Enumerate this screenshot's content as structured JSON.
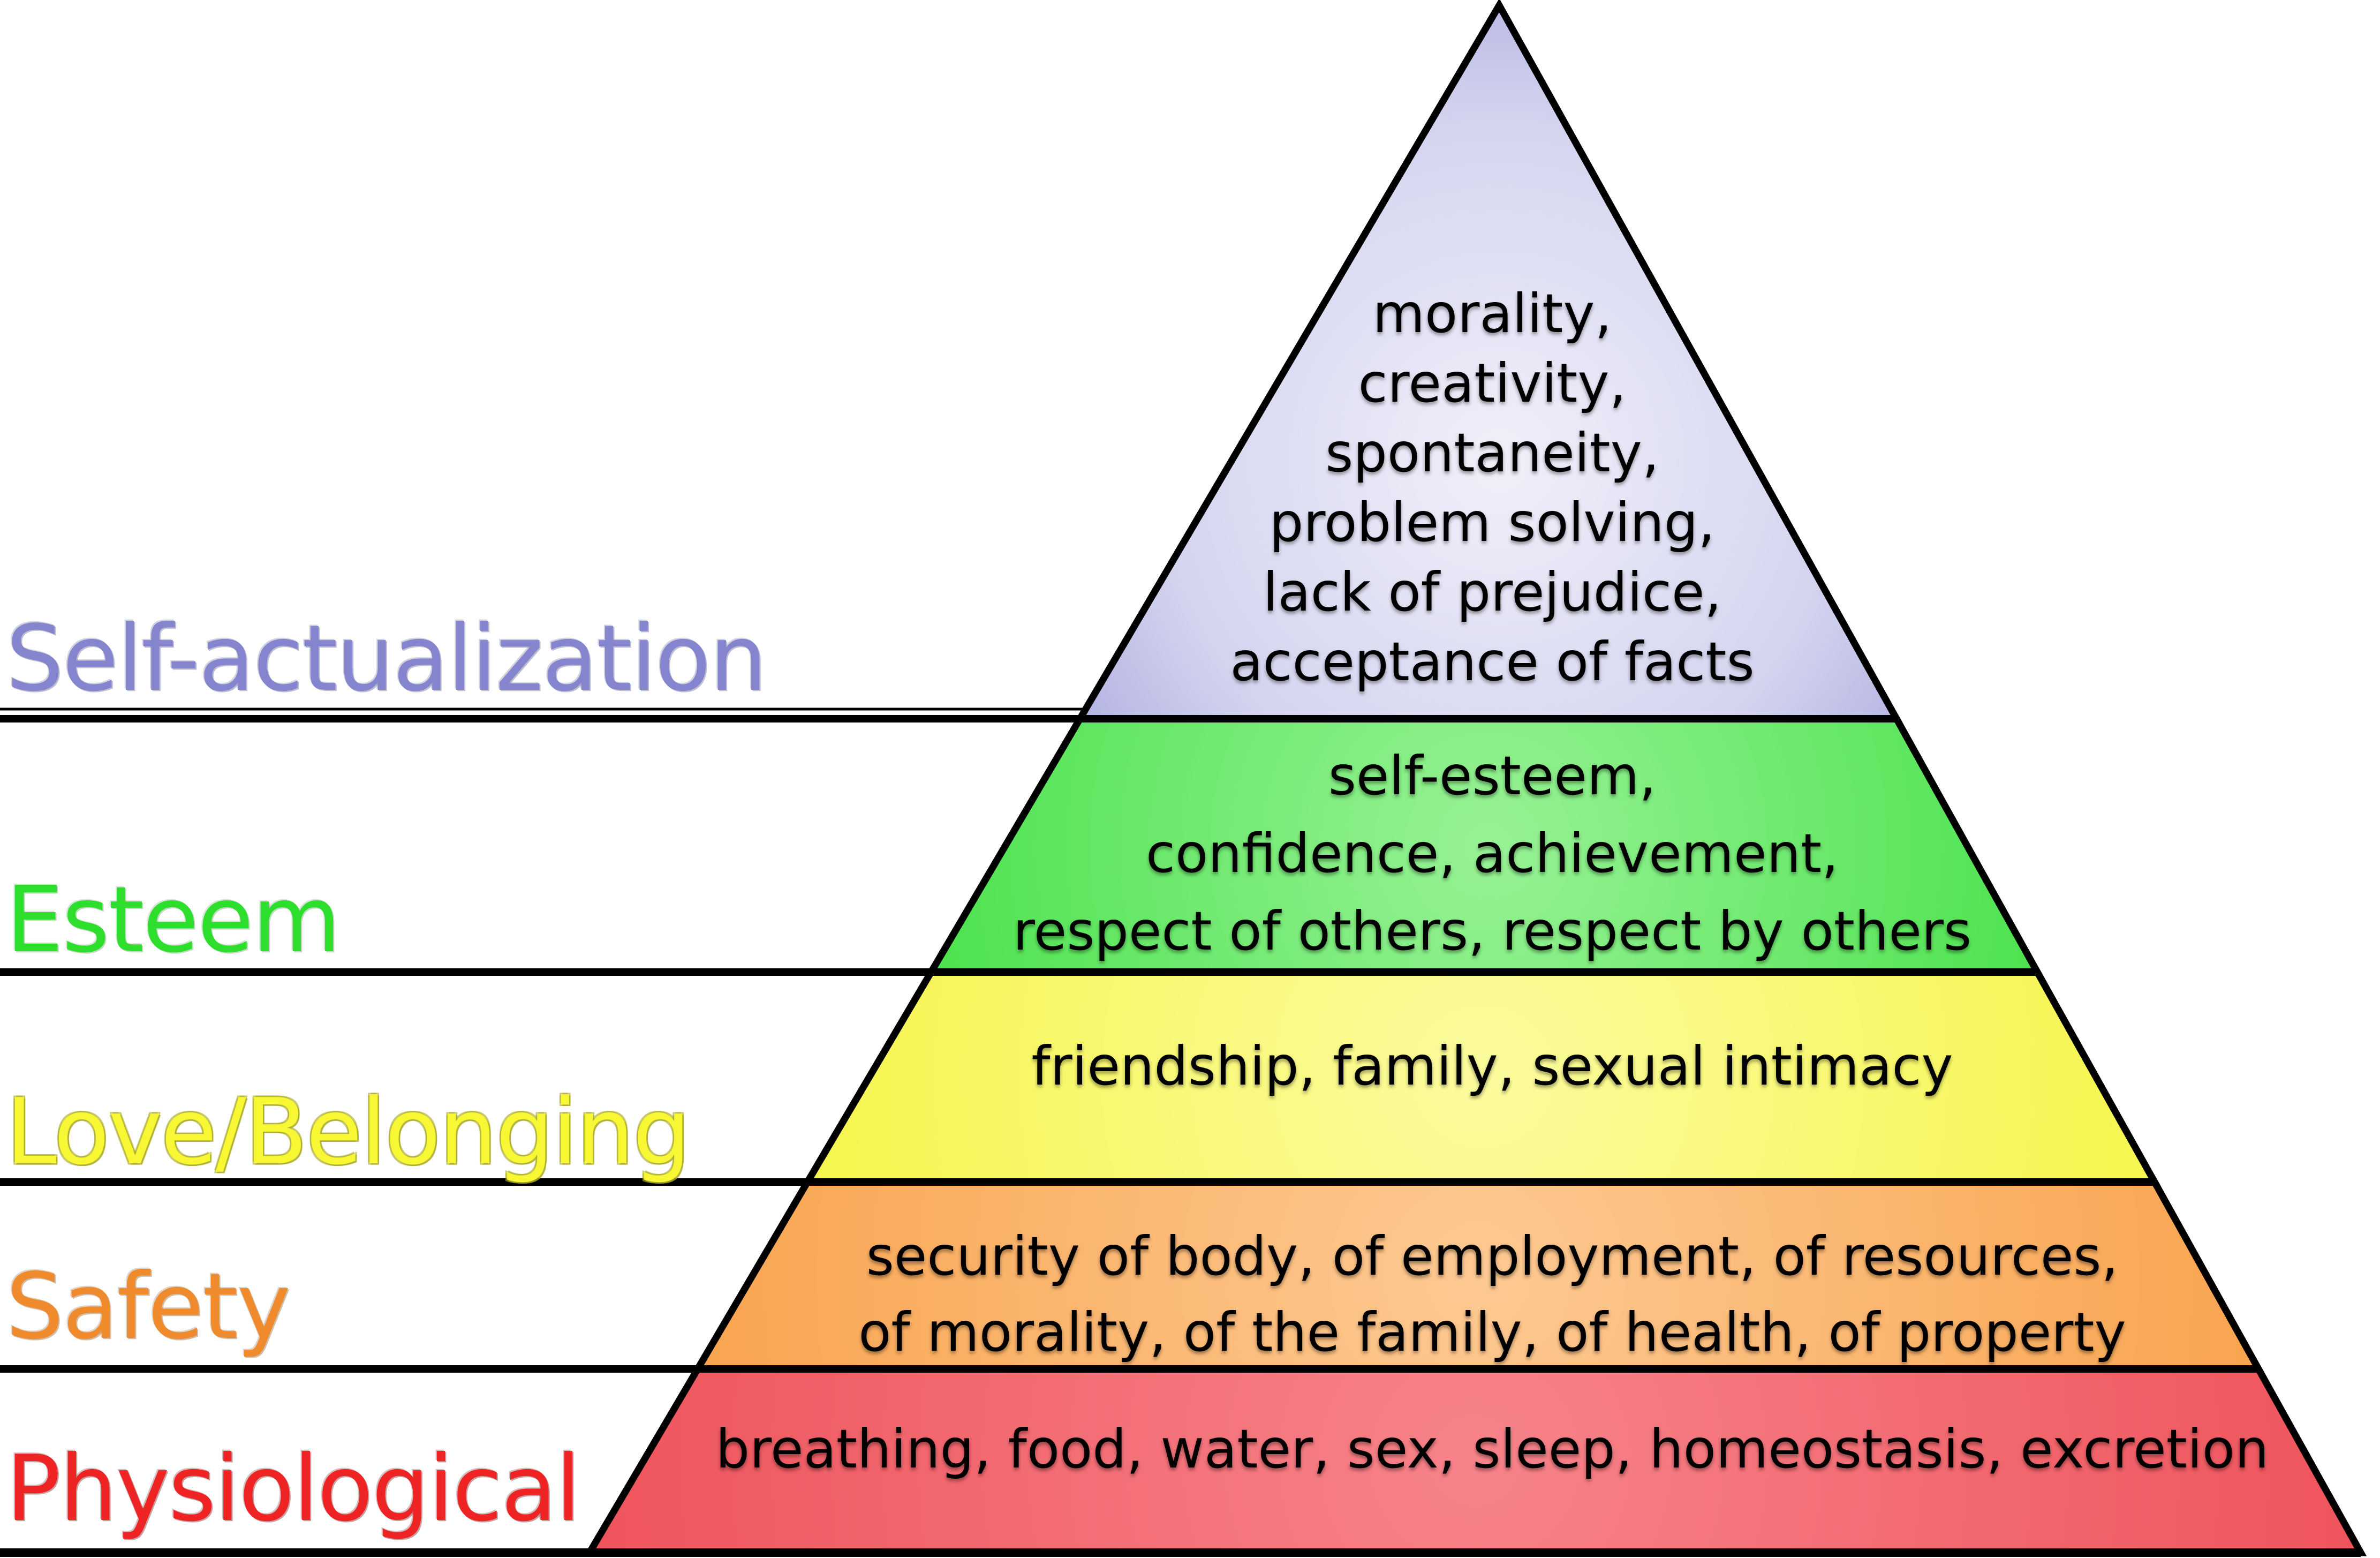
{
  "pyramid": {
    "background_color": "#ffffff",
    "outline_color": "#000000",
    "levels": [
      {
        "label": "Self-actualization",
        "label_color": "#8585cf",
        "band_inner_color": "#f0f0fa",
        "band_outer_color": "#9898d8",
        "lines": [
          "morality,",
          "creativity,",
          "spontaneity,",
          "problem solving,",
          "lack of prejudice,",
          "acceptance of facts"
        ]
      },
      {
        "label": "Esteem",
        "label_color": "#2dde2d",
        "band_inner_color": "#98f295",
        "band_outer_color": "#42e045",
        "lines": [
          "self-esteem,",
          "confidence, achievement,",
          "respect of others, respect by others"
        ]
      },
      {
        "label": "Love/Belonging",
        "label_color": "#f7f733",
        "band_inner_color": "#fbfb9e",
        "band_outer_color": "#f5f548",
        "lines": [
          "friendship, family, sexual intimacy"
        ]
      },
      {
        "label": "Safety",
        "label_color": "#f08b2d",
        "band_inner_color": "#fdc992",
        "band_outer_color": "#f8a24b",
        "lines": [
          "security of body, of employment, of resources,",
          "of morality, of the family, of health, of property"
        ]
      },
      {
        "label": "Physiological",
        "label_color": "#ee2424",
        "band_inner_color": "#f7838a",
        "band_outer_color": "#ee5159",
        "lines": [
          "breathing, food, water, sex, sleep, homeostasis, excretion"
        ]
      }
    ]
  }
}
